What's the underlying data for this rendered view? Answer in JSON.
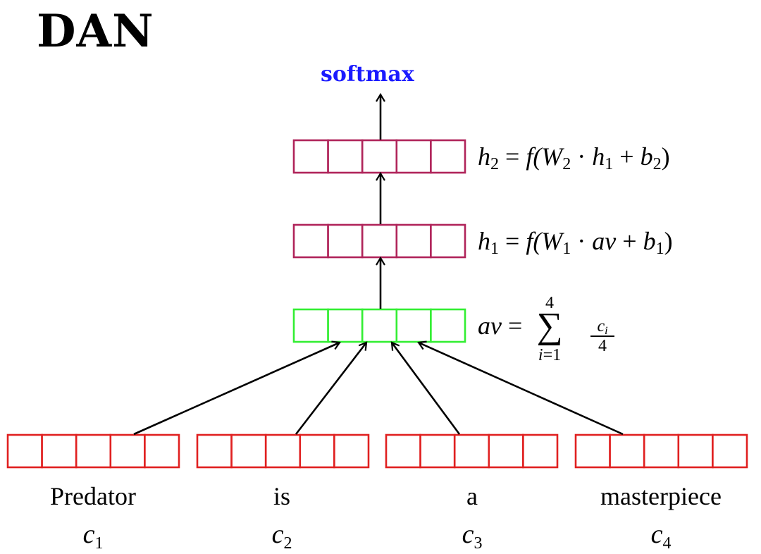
{
  "title": "DAN",
  "output_label": "softmax",
  "colors": {
    "softmax_text": "#1a1aff",
    "hidden_layer_border": "#b0245a",
    "average_layer_border": "#33ee33",
    "word_vector_border": "#e02020",
    "arrow": "#000000"
  },
  "layers": {
    "h2": {
      "equation": {
        "lhs": "h",
        "lhs_sub": "2",
        "eq": "=",
        "f": "f(W",
        "w_sub": "2",
        "dot": "·",
        "arg": "h",
        "arg_sub": "1",
        "plus": "+",
        "b": "b",
        "b_sub": "2",
        "close": ")"
      }
    },
    "h1": {
      "equation": {
        "lhs": "h",
        "lhs_sub": "1",
        "eq": "=",
        "f": "f(W",
        "w_sub": "1",
        "dot": "·",
        "arg": "av",
        "plus": "+",
        "b": "b",
        "b_sub": "1",
        "close": ")"
      }
    },
    "av": {
      "equation": {
        "lhs": "av",
        "eq": "=",
        "sum_symbol": "∑",
        "sum_upper": "4",
        "sum_lower_var": "i",
        "sum_lower_rest": "=1",
        "frac_num": "c",
        "frac_num_sub": "i",
        "frac_den": "4"
      }
    }
  },
  "words": [
    {
      "text": "Predator",
      "var": "c",
      "sub": "1"
    },
    {
      "text": "is",
      "var": "c",
      "sub": "2"
    },
    {
      "text": "a",
      "var": "c",
      "sub": "3"
    },
    {
      "text": "masterpiece",
      "var": "c",
      "sub": "4"
    }
  ],
  "cells_per_vector": 5
}
